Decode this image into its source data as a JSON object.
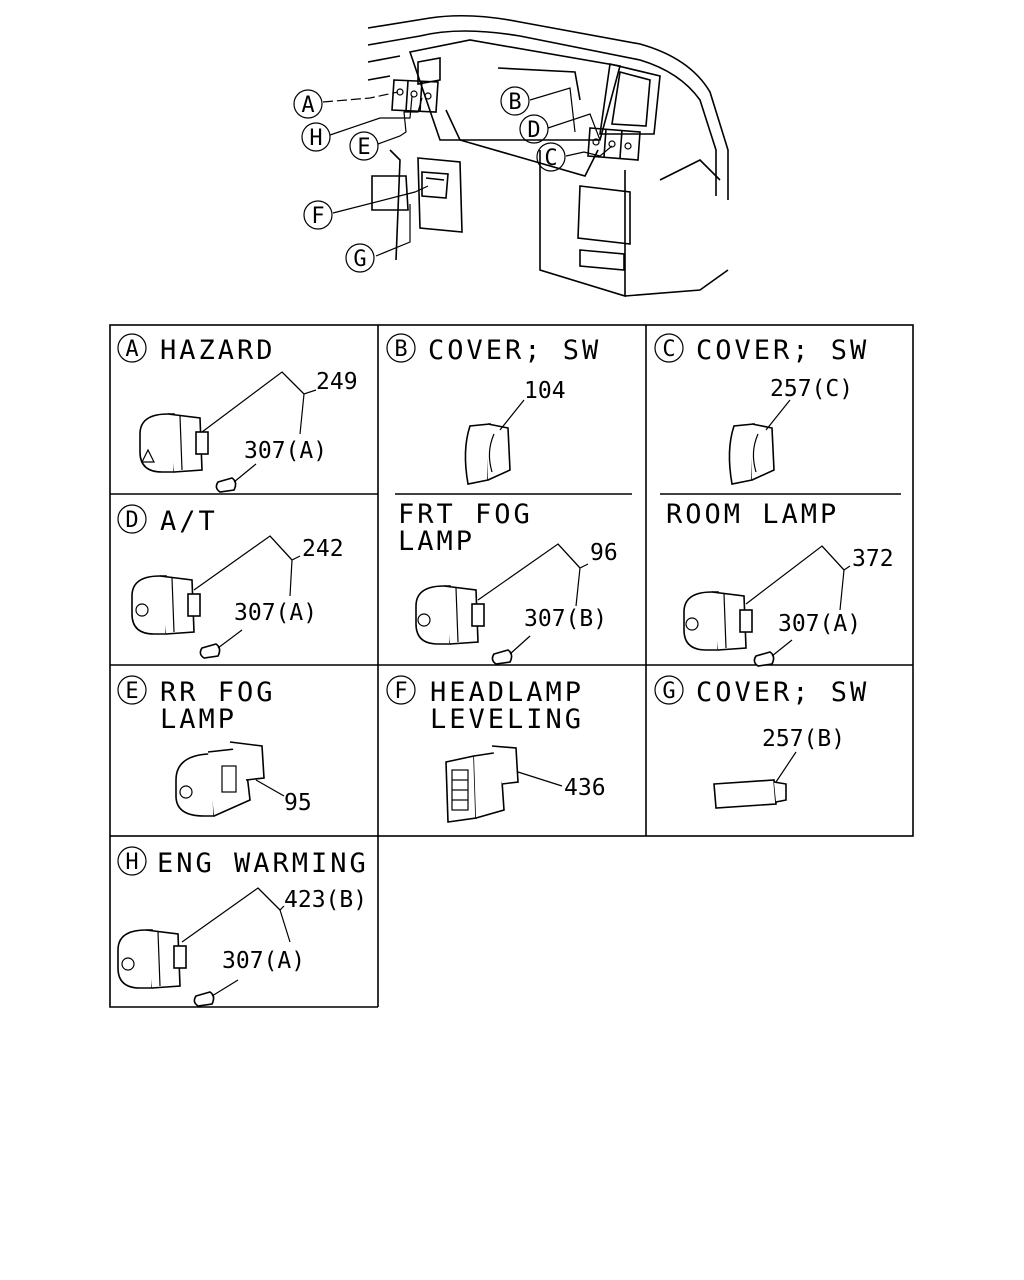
{
  "overview": {
    "callouts": [
      "A",
      "H",
      "E",
      "B",
      "D",
      "C",
      "F",
      "G"
    ]
  },
  "cells": {
    "a": {
      "letter": "A",
      "title": "HAZARD",
      "part_no": "249",
      "bulb_no": "307(A)"
    },
    "b": {
      "letter": "B",
      "title": "COVER; SW",
      "part_no": "104"
    },
    "c": {
      "letter": "C",
      "title": "COVER; SW",
      "part_no": "257(C)"
    },
    "d": {
      "letter": "D",
      "title": "A/T",
      "part_no": "242",
      "bulb_no": "307(A)"
    },
    "fog": {
      "title_line1": "FRT FOG",
      "title_line2": "LAMP",
      "part_no": "96",
      "bulb_no": "307(B)"
    },
    "room": {
      "title": "ROOM LAMP",
      "part_no": "372",
      "bulb_no": "307(A)"
    },
    "e": {
      "letter": "E",
      "title_line1": "RR FOG",
      "title_line2": "LAMP",
      "part_no": "95"
    },
    "f": {
      "letter": "F",
      "title_line1": "HEADLAMP",
      "title_line2": "LEVELING",
      "part_no": "436"
    },
    "g": {
      "letter": "G",
      "title": "COVER; SW",
      "part_no": "257(B)"
    },
    "h": {
      "letter": "H",
      "title": "ENG WARMING",
      "part_no": "423(B)",
      "bulb_no": "307(A)"
    }
  }
}
